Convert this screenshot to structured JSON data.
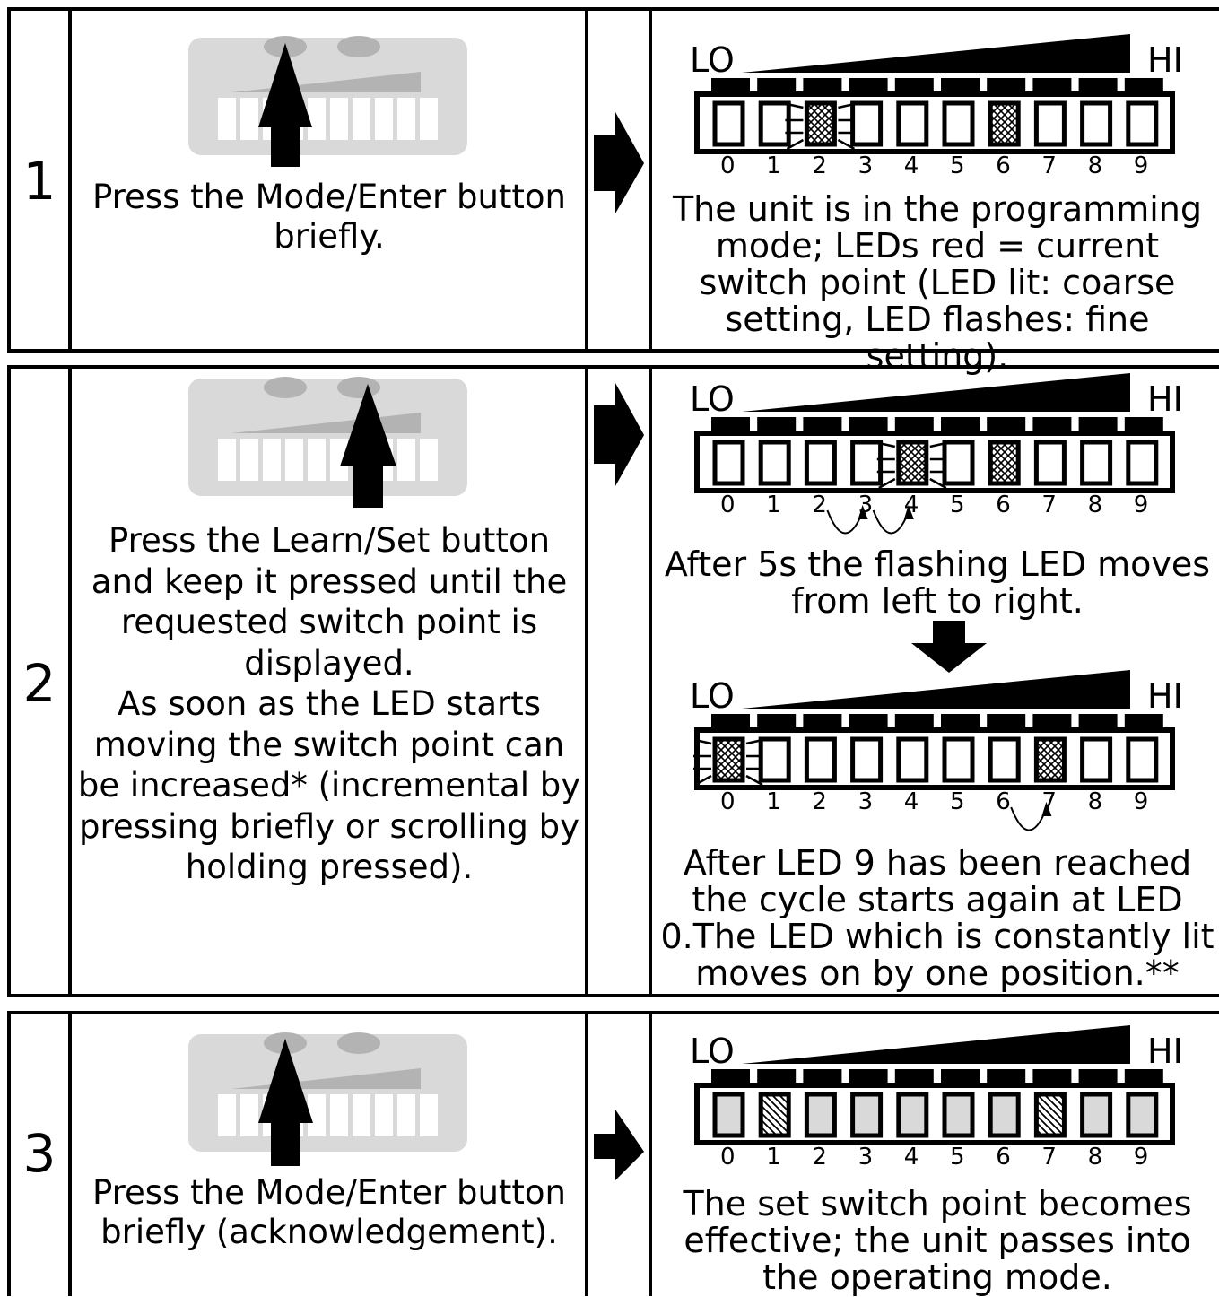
{
  "steps": [
    {
      "number": "1",
      "instruction": "Press the Mode/Enter button briefly.",
      "displays": [
        {
          "lo": "LO",
          "hi": "HI",
          "scale": [
            "0",
            "1",
            "2",
            "3",
            "4",
            "5",
            "6",
            "7",
            "8",
            "9"
          ],
          "flashing_led": 2,
          "lit_led": 6,
          "description": "The unit is in the programming mode; LEDs red = current switch point (LED lit: coarse setting, LED flashes: fine setting)."
        }
      ]
    },
    {
      "number": "2",
      "instruction": "Press the Learn/Set button and keep it pressed until the requested switch point is displayed.\nAs soon as the LED starts moving the switch point can be increased* (incremental by pressing briefly or scrolling by holding pressed).",
      "displays": [
        {
          "lo": "LO",
          "hi": "HI",
          "scale": [
            "0",
            "1",
            "2",
            "3",
            "4",
            "5",
            "6",
            "7",
            "8",
            "9"
          ],
          "flashing_led": 4,
          "lit_led": 6,
          "description": "After 5s the flashing LED moves from left to right."
        },
        {
          "lo": "LO",
          "hi": "HI",
          "scale": [
            "0",
            "1",
            "2",
            "3",
            "4",
            "5",
            "6",
            "7",
            "8",
            "9"
          ],
          "flashing_led": 0,
          "lit_led": 7,
          "description": "After LED 9 has been reached the cycle starts again at LED 0.The LED which is constantly lit moves on by one position.**"
        }
      ]
    },
    {
      "number": "3",
      "instruction": "Press the Mode/Enter button briefly (acknowledgement).",
      "displays": [
        {
          "lo": "LO",
          "hi": "HI",
          "scale": [
            "0",
            "1",
            "2",
            "3",
            "4",
            "5",
            "6",
            "7",
            "8",
            "9"
          ],
          "hatched_leds": [
            1,
            7
          ],
          "description": "The set switch point becomes effective; the unit passes into the operating mode."
        }
      ]
    }
  ],
  "colors": {
    "line": "#000000",
    "device_body": "#d9d9d9",
    "button": "#b3b3b3",
    "led_operating": "#d9d9d9"
  }
}
